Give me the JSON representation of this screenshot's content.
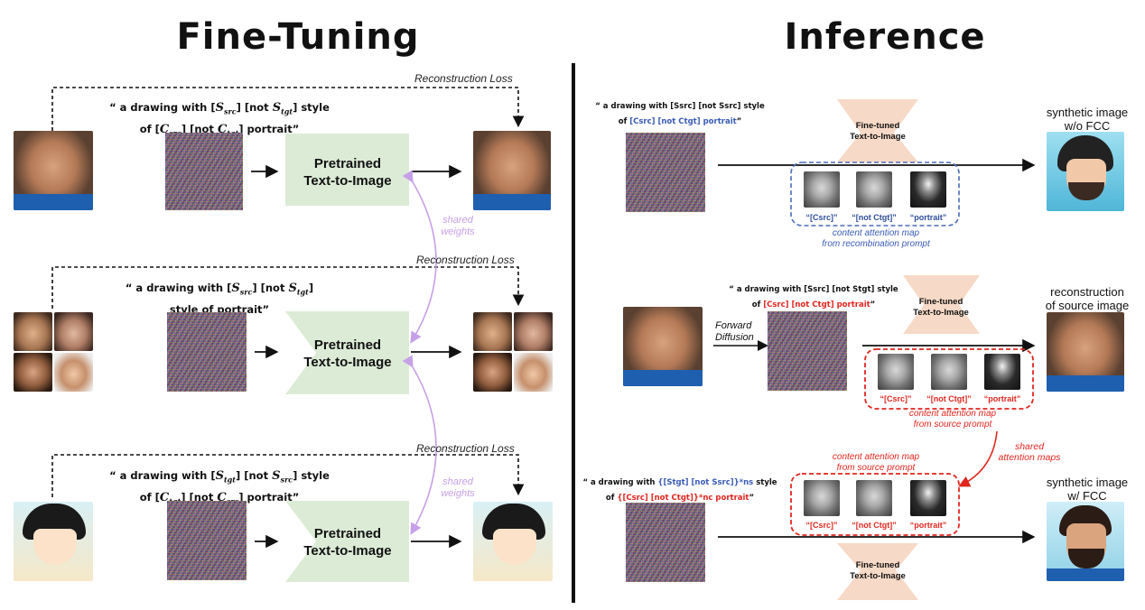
{
  "titles": {
    "left": "Fine-Tuning",
    "right": "Inference"
  },
  "fine_tuning": {
    "loss_label": "Reconstruction Loss",
    "model_line1": "Pretrained",
    "model_line2": "Text-to-Image",
    "shared_line1": "shared",
    "shared_line2": "weights",
    "rows": [
      {
        "prompt_line1": [
          "“ a drawing with [",
          "S",
          "src",
          "] [not ",
          "S",
          "tgt",
          "] style"
        ],
        "prompt_line2": [
          "of [",
          "C",
          "src",
          "] [not ",
          "C",
          "tgt",
          "] portrait”"
        ]
      },
      {
        "prompt_line1": [
          "“ a drawing with [",
          "S",
          "src",
          "] [not ",
          "S",
          "tgt",
          "]"
        ],
        "prompt_line2": [
          "style of portrait”"
        ]
      },
      {
        "prompt_line1": [
          "“ a drawing with [",
          "S",
          "tgt",
          "] [not ",
          "S",
          "src",
          "] style"
        ],
        "prompt_line2": [
          "of [",
          "C",
          "tgt",
          "] [not ",
          "C",
          "src",
          "] portrait”"
        ]
      }
    ]
  },
  "inference": {
    "model_line1": "Fine-tuned",
    "model_line2": "Text-to-Image",
    "attn_labels": [
      "“[Csrc]”",
      "“[not Ctgt]”",
      "“portrait”"
    ],
    "block1": {
      "prompt_line1": "“ a drawing with [Ssrc] [not Ssrc] style",
      "prompt_line2_pre": "of ",
      "prompt_line2_colored": "[Csrc] [not Ctgt] portrait",
      "prompt_line2_post": "”",
      "caption_line1": "content attention map",
      "caption_line2": "from recombination prompt",
      "result_line1": "synthetic image",
      "result_line2": "w/o FCC"
    },
    "block2": {
      "prompt_line1": "“ a drawing with [Ssrc] [not Stgt] style",
      "prompt_line2_pre": "of ",
      "prompt_line2_colored": "[Csrc] [not Ctgt] portrait",
      "prompt_line2_post": "”",
      "forward_line1": "Forward",
      "forward_line2": "Diffusion",
      "caption_line1": "content attention map",
      "caption_line2": "from source prompt",
      "result_line1": "reconstruction",
      "result_line2": "of source image",
      "shared_line1": "shared",
      "shared_line2": "attention maps"
    },
    "block3": {
      "prompt_line1_pre": "“ a drawing with ",
      "prompt_line1_colored": "{[Stgt] [not Ssrc]}*ns",
      "prompt_line1_post": " style",
      "prompt_line2_pre": "of ",
      "prompt_line2_colored": "{[Csrc] [not Ctgt]}*nc portrait",
      "prompt_line2_post": "”",
      "caption_line1": "content attention map",
      "caption_line2": "from source prompt",
      "result_line1": "synthetic image",
      "result_line2": "w/ FCC"
    }
  },
  "colors": {
    "model_fill": "#dcebd6",
    "inference_model_fill": "#f6d9c6",
    "shared_arrow": "#c6a0e8",
    "red": "#e0261e",
    "blue": "#3a5bb6",
    "caption_blue": "#3a5bb6"
  }
}
